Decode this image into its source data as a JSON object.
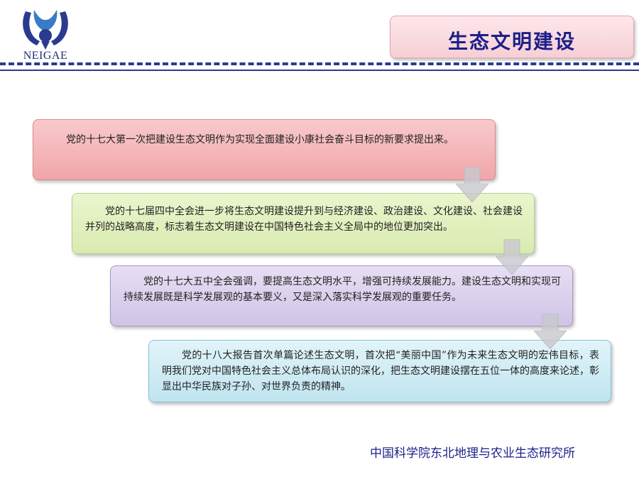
{
  "logo": {
    "text": "NEIGAE"
  },
  "header": {
    "title": "生态文明建设"
  },
  "steps": [
    {
      "text": "党的十七大第一次把建设生态文明作为实现全面建设小康社会奋斗目标的新要求提出来。"
    },
    {
      "text": "党的十七届四中全会进一步将生态文明建设提升到与经济建设、政治建设、文化建设、社会建设并列的战略高度，标志着生态文明建设在中国特色社会主义全局中的地位更加突出。"
    },
    {
      "text": "党的十七大五中全会强调，要提高生态文明水平，增强可持续发展能力。建设生态文明和实现可持续发展既是科学发展观的基本要义，又是深入落实科学发展观的重要任务。"
    },
    {
      "text": "党的十八大报告首次单篇论述生态文明，首次把“美丽中国”作为未来生态文明的宏伟目标，表明我们党对中国特色社会主义总体布局认识的深化，把生态文明建设摆在五位一体的高度来论述，彰显出中华民族对子孙、对世界负责的精神。"
    }
  ],
  "footer": {
    "text": "中国科学院东北地理与农业生态研究所"
  },
  "colors": {
    "brand_blue": "#1b1f8a",
    "step1": "#f0a6a9",
    "step2": "#d9ebb0",
    "step3": "#d0c3e6",
    "step4": "#bfe4ef",
    "arrow": "#c9c9cf"
  }
}
